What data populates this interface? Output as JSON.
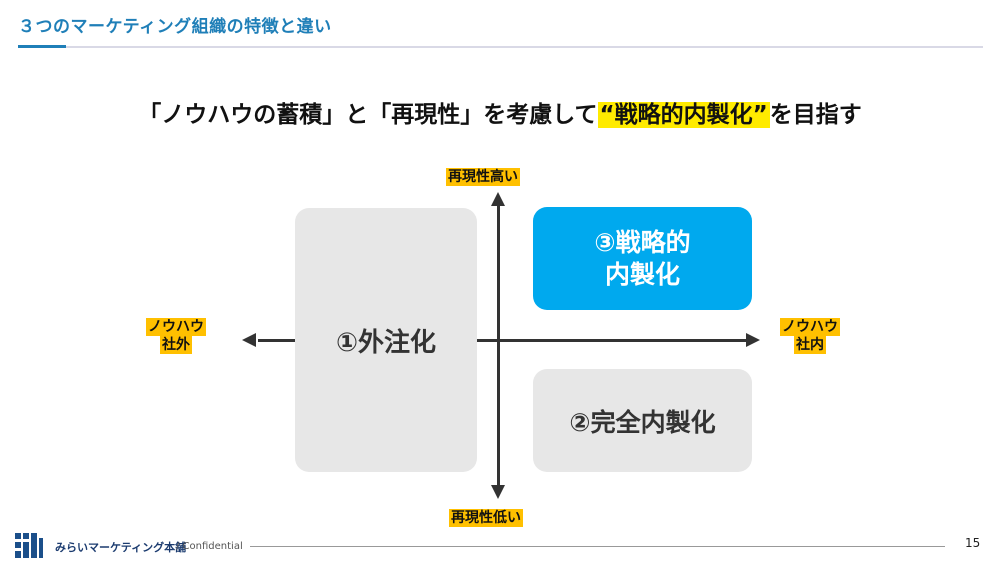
{
  "slide": {
    "title": "３つのマーケティング組織の特徴と違い",
    "headline_pre": "「ノウハウの蓄積」と「再現性」を考慮して",
    "headline_highlight": "“戦略的内製化”",
    "headline_post": "を目指す"
  },
  "axes": {
    "top": "再現性高い",
    "bottom": "再現性低い",
    "left_line1": "ノウハウ",
    "left_line2": "社外",
    "right_line1": "ノウハウ",
    "right_line2": "社内"
  },
  "quadrants": {
    "outsource": "①外注化",
    "strategic_line1": "③戦略的",
    "strategic_line2": "内製化",
    "full_inhouse": "②完全内製化"
  },
  "footer": {
    "brand": "みらいマーケティング本舗",
    "confidential": "/ Confidential",
    "page_number": "15"
  },
  "colors": {
    "title": "#1f7fb8",
    "highlight_yellow": "#ffeb00",
    "label_orange": "#ffc000",
    "strategic_blue": "#00a9ee",
    "neutral_box": "#e7e7e7"
  }
}
